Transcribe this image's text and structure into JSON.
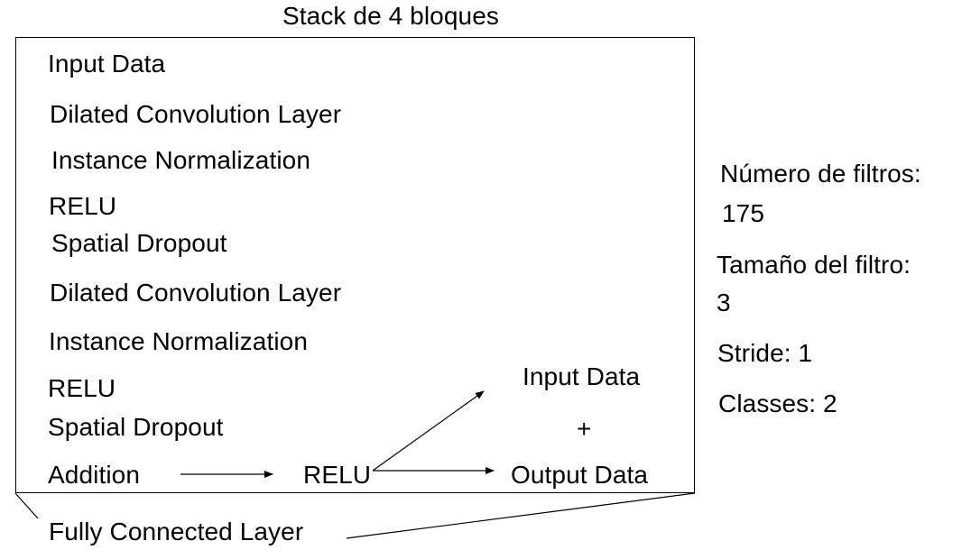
{
  "title": "Stack de 4 bloques",
  "layers": [
    "Input Data",
    "Dilated Convolution Layer",
    "Instance Normalization",
    "RELU",
    "Spatial Dropout",
    "Dilated Convolution Layer",
    "Instance Normalization",
    "RELU",
    "Spatial Dropout"
  ],
  "residual": {
    "addition": "Addition",
    "relu": "RELU",
    "input_data": "Input Data",
    "plus": "+",
    "output_data": "Output Data"
  },
  "final_layer": "Fully Connected Layer",
  "params": {
    "filters_label": "Número de filtros:",
    "filters_value": "175",
    "filter_size_label": "Tamaño del filtro:",
    "filter_size_value": "3",
    "stride": "Stride: 1",
    "classes": "Classes: 2"
  }
}
